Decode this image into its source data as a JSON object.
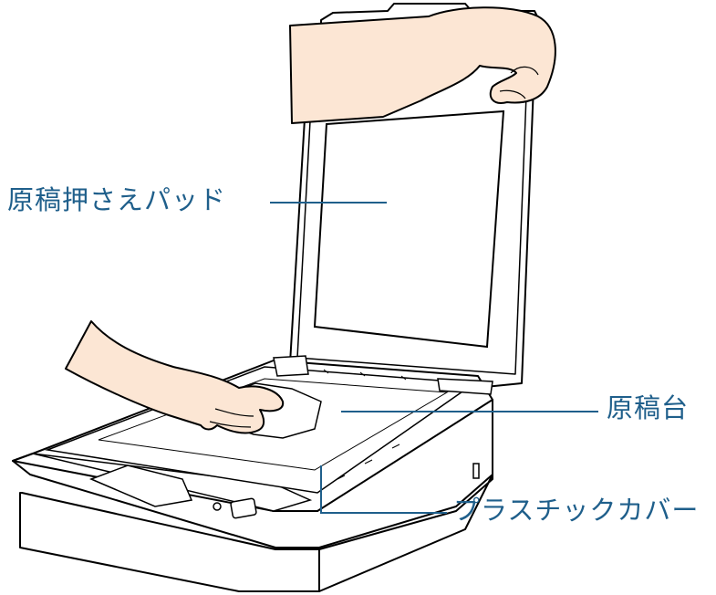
{
  "labels": {
    "document_pad": "原稿押さえパッド",
    "document_glass": "原稿台",
    "plastic_cover": "プラスチックカバー"
  },
  "colors": {
    "callout": "#1f5f8b",
    "outline": "#000000",
    "skin": "#fce6d4",
    "device_fill": "#ffffff"
  }
}
